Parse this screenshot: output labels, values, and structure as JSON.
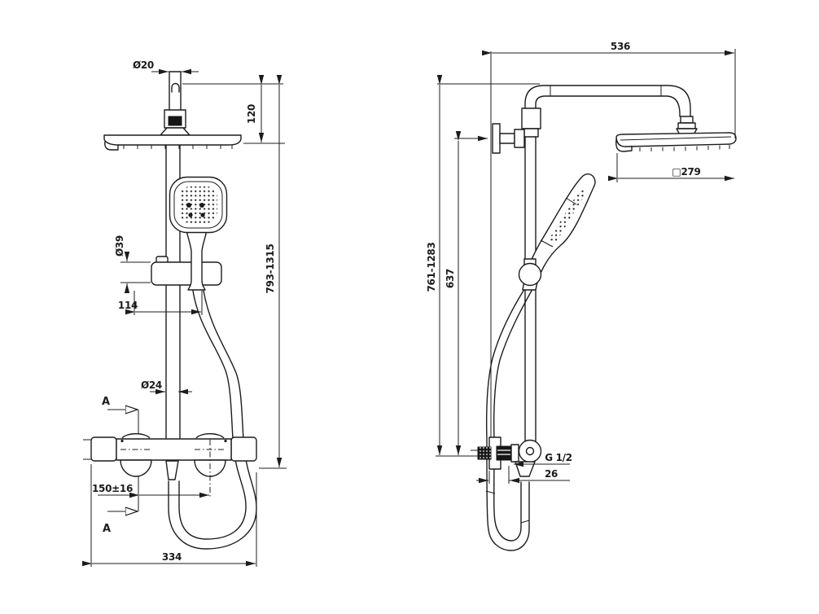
{
  "meta": {
    "type": "technical-dimensional-drawing",
    "subject": "thermostatic shower column, front and side views"
  },
  "colors": {
    "line": "#1c1c1c",
    "background": "#ffffff"
  },
  "front_view": {
    "dim_head_pipe_diameter": "Ø20",
    "dim_head_height": "120",
    "dim_rail_range": "793-1315",
    "dim_slider_diameter": "Ø39",
    "dim_slider_offset": "114",
    "dim_pipe_diameter": "Ø24",
    "dim_valve_centers": "150±16",
    "dim_overall_width": "334",
    "section_marker_top": "A",
    "section_marker_bottom": "A"
  },
  "side_view": {
    "dim_arm_reach": "536",
    "dim_head_width": "□279",
    "dim_overall_height_range": "761-1283",
    "dim_bracket_height": "637",
    "dim_outlet_thread": "G 1/2",
    "dim_wall_offset": "26"
  }
}
